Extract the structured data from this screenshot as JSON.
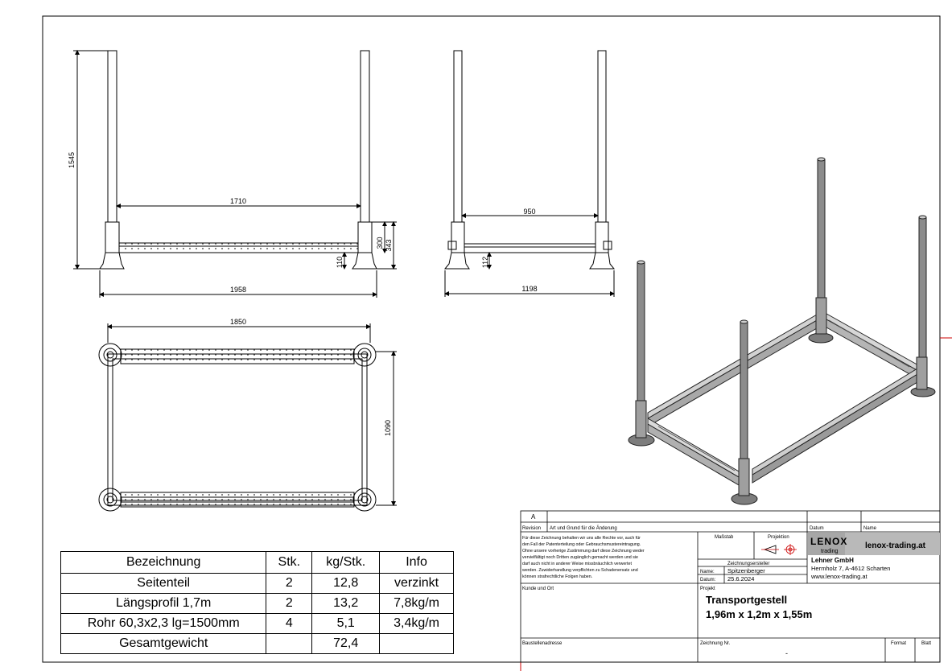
{
  "views": {
    "front": {
      "height": "1545",
      "inner_width": "1710",
      "base_width": "1958",
      "post_base": "300",
      "frame_height": "343",
      "foot": "110"
    },
    "side": {
      "inner_width": "950",
      "base_width": "1198",
      "foot": "112"
    },
    "top": {
      "width": "1850",
      "depth": "1090"
    }
  },
  "bom": {
    "headers": [
      "Bezeichnung",
      "Stk.",
      "kg/Stk.",
      "Info"
    ],
    "rows": [
      [
        "Seitenteil",
        "2",
        "12,8",
        "verzinkt"
      ],
      [
        "Längsprofil 1,7m",
        "2",
        "13,2",
        "7,8kg/m"
      ],
      [
        "Rohr 60,3x2,3 lg=1500mm",
        "4",
        "5,1",
        "3,4kg/m"
      ]
    ],
    "total": {
      "label": "Gesamtgewicht",
      "value": "72,4"
    }
  },
  "title_block": {
    "revision_letter": "A",
    "revision_label": "Revision",
    "change_label": "Art und Grund für die Änderung",
    "date_label": "Datum",
    "name_label": "Name",
    "copyright_lines": [
      "Für diese Zeichnung behalten wir uns alle Rechte vor, auch für",
      "den Fall der Patenterteilung oder Gebrauchsmustereintragung.",
      "Ohne unsere vorherige Zustimmung darf diese Zeichnung weder",
      "vervielfältigt noch Dritten zugänglich gemacht werden und sie",
      "darf auch nicht in anderer Weise missbräuchlich verwertet",
      "werden. Zuwiderhandlung verpflichten zu Schadenersatz und",
      "können strafrechtliche Folgen haben."
    ],
    "scale_label": "Maßstab",
    "projection_label": "Projektion",
    "creator_label": "Zeichnungsersteller",
    "creator_name_label": "Name:",
    "creator_name": "Spitzenberger",
    "creator_date_label": "Datum:",
    "creator_date": "25.6.2024",
    "logo_text": "LENOX",
    "logo_sub": "trading",
    "website_banner": "lenox-trading.at",
    "company": "Lehner GmbH",
    "address": "Hermholz 7, A-4612 Scharten",
    "web": "www.lenox-trading.at",
    "customer_label": "Kunde und Ort",
    "project_label": "Projekt",
    "project_title": "Transportgestell",
    "project_dims": "1,96m x 1,2m x 1,55m",
    "site_label": "Baustellenadresse",
    "drawing_no_label": "Zeichnung Nr.",
    "drawing_no": "-",
    "format_label": "Format",
    "sheet_label": "Blatt"
  }
}
